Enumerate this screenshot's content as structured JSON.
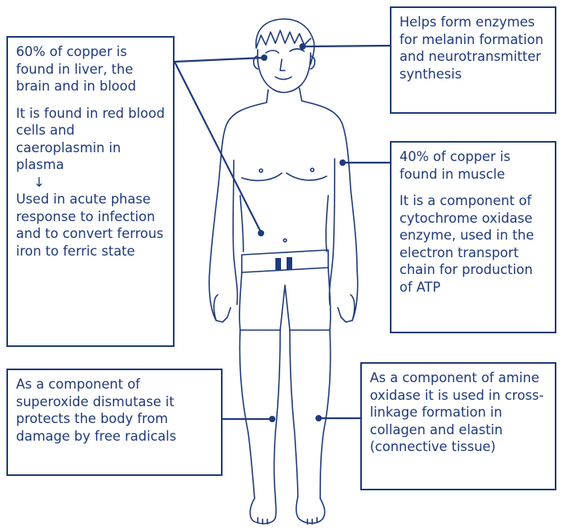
{
  "colors": {
    "ink": "#1f3a7a",
    "background": "#ffffff"
  },
  "callouts": {
    "liver": {
      "p1": "60% of copper is found in liver, the brain and in blood",
      "p2": "It is found in red blood cells and caeroplasmin in plasma",
      "arrow": "↓",
      "p3": "Used in acute phase response to infection and to convert ferrous iron to ferric state"
    },
    "enzymes": {
      "p1": "Helps form enzymes for melanin formation and neurotransmitter synthesis"
    },
    "muscle": {
      "p1": "40% of copper is found in muscle",
      "p2": "It is a component of cytochrome oxidase enzyme, used in the electron transport chain for production of ATP"
    },
    "sod": {
      "p1": "As a component of superoxide dismutase it protects the body from damage by free radicals"
    },
    "amine": {
      "p1": "As a component of amine oxidase it is used in cross-linkage formation in collagen and elastin (connective tissue)"
    }
  },
  "figure": {
    "icon": "human-body-outline-icon"
  }
}
